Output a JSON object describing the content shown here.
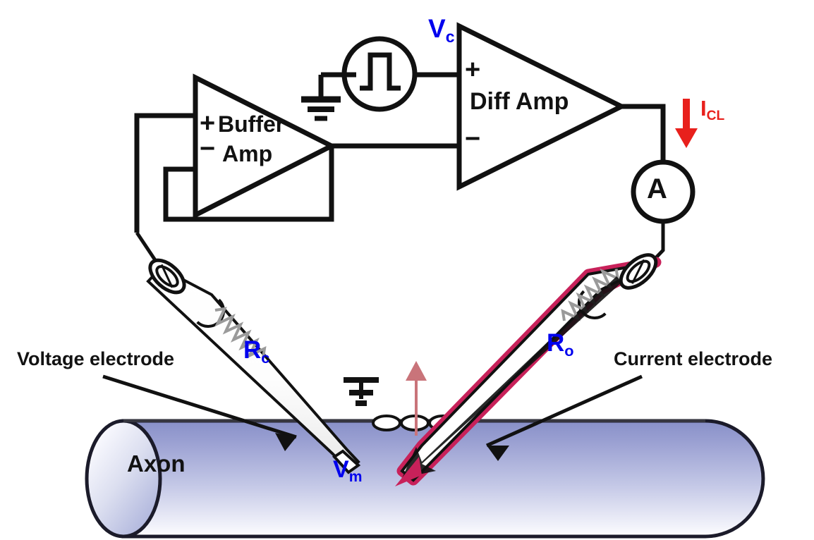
{
  "figure": {
    "title": "Two-electrode voltage clamp circuit on an axon",
    "background_color": "#ffffff"
  },
  "colors": {
    "wire": "#111111",
    "label_blue": "#0000ee",
    "label_red": "#e8201c",
    "label_black": "#121212",
    "current_electrode_highlight": "#c8215a",
    "ion_arrow": "#c9747a",
    "axon_fill_top": "#8d95cd",
    "axon_fill_bottom": "#ffffff",
    "axon_outline": "#1b1b2a"
  },
  "circuit": {
    "buffer_amp": {
      "name": "Buffer Amp",
      "line1": "Buffer",
      "line2": "Amp",
      "plus": "+",
      "minus": "−"
    },
    "diff_amp": {
      "name": "Diff Amp",
      "plus": "+",
      "minus": "−"
    },
    "pulse_generator": {
      "name": "pulse-generator",
      "waveform": "square-pulse"
    },
    "ammeter": {
      "label": "A"
    },
    "ground_circuit": {
      "name": "circuit-ground"
    },
    "ground_bath": {
      "name": "bath-ground"
    }
  },
  "labels": {
    "command_voltage": {
      "base": "V",
      "sub": "c"
    },
    "clamp_current": {
      "base": "I",
      "sub": "CL"
    },
    "voltage_electrode_resistance": {
      "base": "R",
      "sub": "c"
    },
    "current_electrode_resistance": {
      "base": "R",
      "sub": "o"
    },
    "membrane_voltage": {
      "base": "V",
      "sub": "m"
    },
    "axon": "Axon",
    "voltage_electrode": "Voltage electrode",
    "current_electrode": "Current electrode"
  },
  "electrodes": {
    "voltage": {
      "name": "voltage-electrode",
      "highlighted": false,
      "resistance_label": "Rc"
    },
    "current": {
      "name": "current-electrode",
      "highlighted": true,
      "highlight_color": "#c8215a",
      "resistance_label": "Ro"
    }
  },
  "membrane": {
    "ion_channels": 3,
    "ion_flow_direction": "outward-up"
  }
}
